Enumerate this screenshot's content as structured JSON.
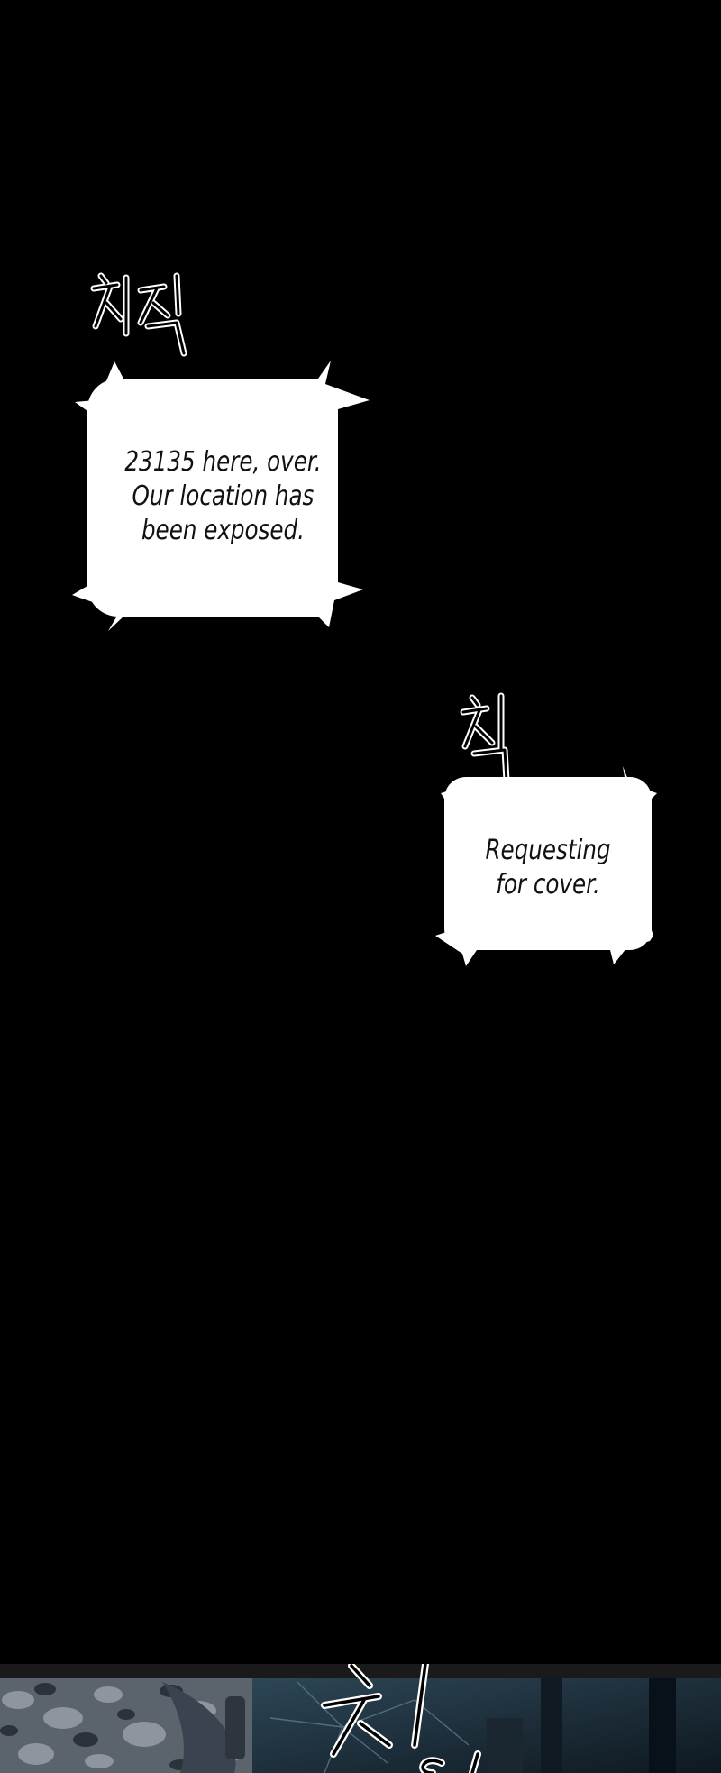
{
  "comic": {
    "sfx": [
      "치직",
      "칙",
      "치익"
    ],
    "bubbles": [
      {
        "text": "23135 here, over.\nOur location has\nbeen exposed."
      },
      {
        "text": "Requesting\nfor cover."
      }
    ],
    "colors": {
      "background": "#000000",
      "bubble_fill": "#ffffff",
      "bubble_text": "#111111",
      "sfx_stroke": "#ffffff",
      "scene_camo_dark": "#3a4450",
      "scene_camo_light": "#8e959c",
      "scene_teal": "#243a48"
    },
    "scene_description_icons": [
      "camouflage-uniform",
      "shattered-window"
    ]
  }
}
